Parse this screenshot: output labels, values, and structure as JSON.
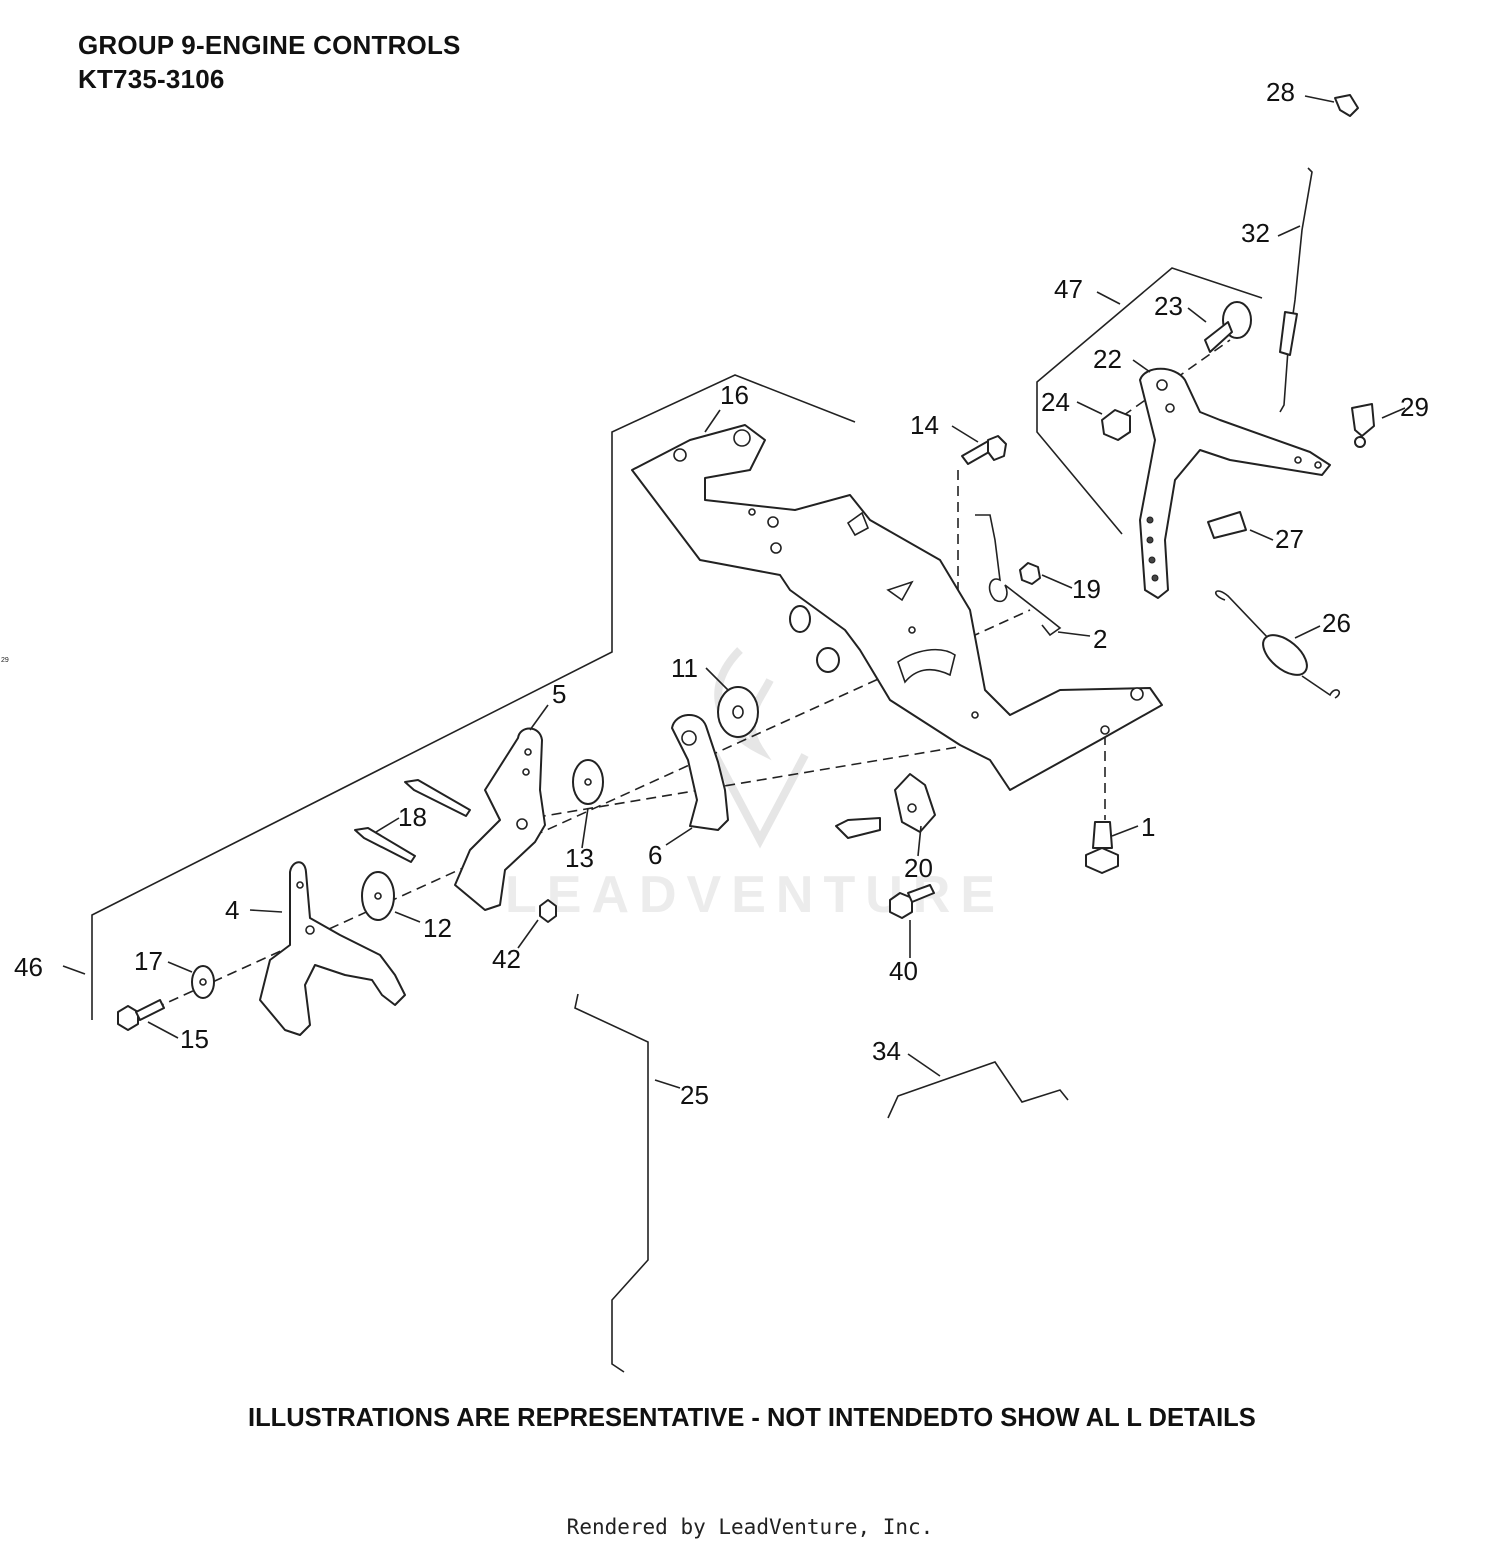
{
  "header": {
    "title": "GROUP 9-ENGINE CONTROLS",
    "model": "KT735-3106"
  },
  "disclaimer": "ILLUSTRATIONS ARE REPRESENTATIVE - NOT INTENDEDTO SHOW AL L DETAILS",
  "footer": "Rendered by LeadVenture, Inc.",
  "watermark": "LEADVENTURE",
  "stray_label": "29",
  "callouts": [
    "1",
    "2",
    "4",
    "5",
    "6",
    "11",
    "12",
    "13",
    "14",
    "15",
    "16",
    "17",
    "18",
    "19",
    "20",
    "22",
    "23",
    "24",
    "25",
    "26",
    "27",
    "28",
    "29",
    "32",
    "34",
    "40",
    "42",
    "46",
    "47"
  ],
  "colors": {
    "line": "#222222",
    "background": "#ffffff",
    "watermark": "#e6e6e6"
  }
}
